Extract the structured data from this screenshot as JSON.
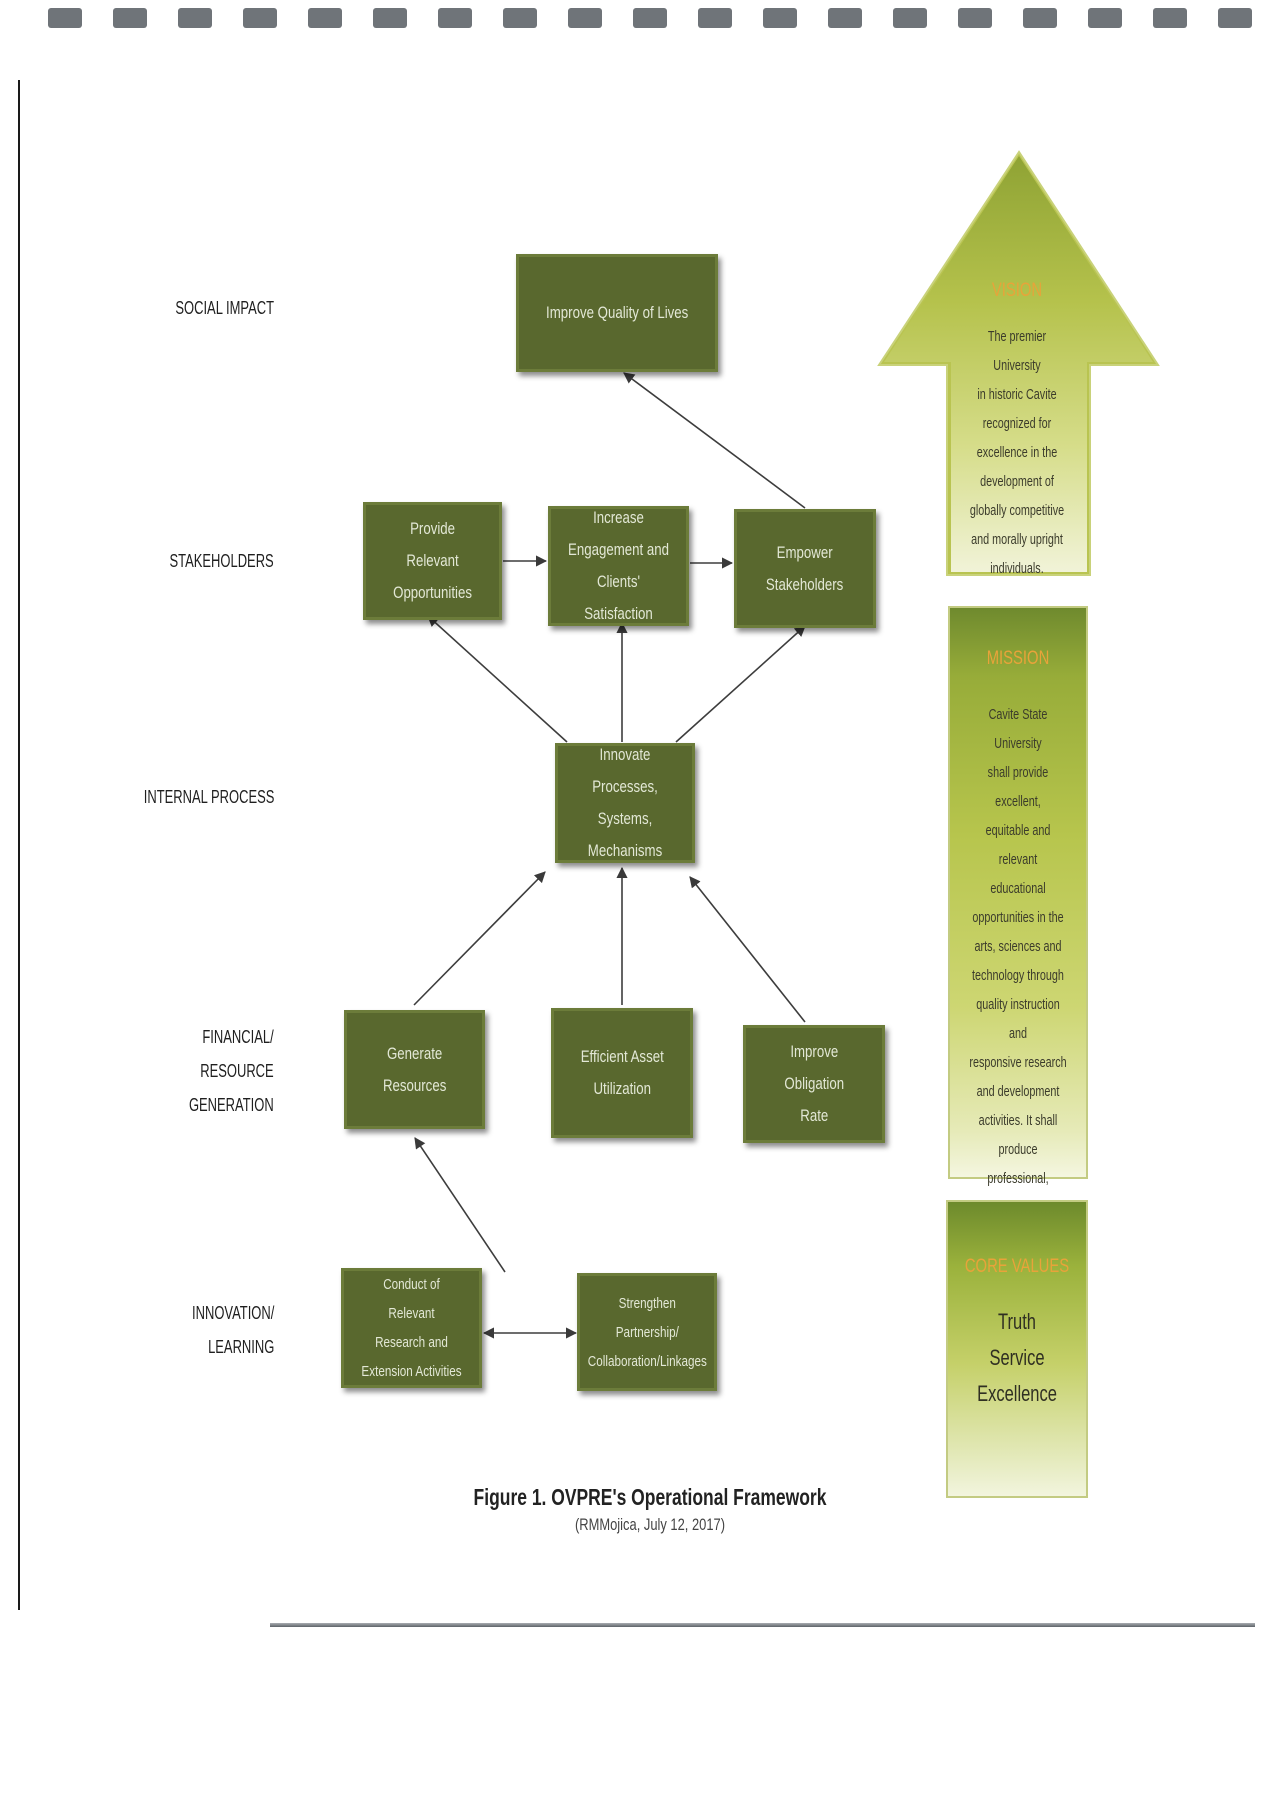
{
  "row_labels": {
    "social_impact": "SOCIAL IMPACT",
    "stakeholders": "STAKEHOLDERS",
    "internal_process": "INTERNAL PROCESS",
    "financial": "FINANCIAL/\nRESOURCE\nGENERATION",
    "innovation": "INNOVATION/\nLEARNING"
  },
  "boxes": {
    "improve_quality": "Improve Quality of Lives",
    "provide_relevant": "Provide\nRelevant\nOpportunities",
    "increase_engagement": "Increase\nEngagement and\nClients' Satisfaction",
    "empower_stakeholders": "Empower\nStakeholders",
    "innovate_processes": "Innovate Processes,\nSystems,\nMechanisms",
    "generate_resources": "Generate\nResources",
    "efficient_asset": "Efficient Asset\nUtilization",
    "improve_obligation": "Improve\nObligation\nRate",
    "conduct_research": "Conduct of Relevant\nResearch and\nExtension Activities",
    "strengthen_partnership": "Strengthen\nPartnership/\nCollaboration/Linkages"
  },
  "vision": {
    "title": "VISION",
    "text": "The premier University\nin historic Cavite\nrecognized for\nexcellence in the\ndevelopment of\nglobally competitive\nand morally upright\nindividuals."
  },
  "mission": {
    "title": "MISSION",
    "text": "Cavite State University\nshall provide excellent,\nequitable and relevant\neducational\nopportunities in the\narts, sciences and\ntechnology through\nquality instruction and\nresponsive research\nand development\nactivities. It shall\nproduce professional,\nskilled and morally\nupright individuals for\nglobal competitiveness."
  },
  "core_values": {
    "title": "CORE VALUES",
    "values": "Truth\nService\nExcellence"
  },
  "caption": {
    "title": "Figure 1. OVPRE's Operational Framework",
    "subtitle": "(RMMojica, July 12, 2017)"
  },
  "colors": {
    "box_fill": "#59682e",
    "box_text": "#e3e8d6",
    "accent_title": "#e8a33a",
    "arrow_green": "#b3c04c"
  }
}
